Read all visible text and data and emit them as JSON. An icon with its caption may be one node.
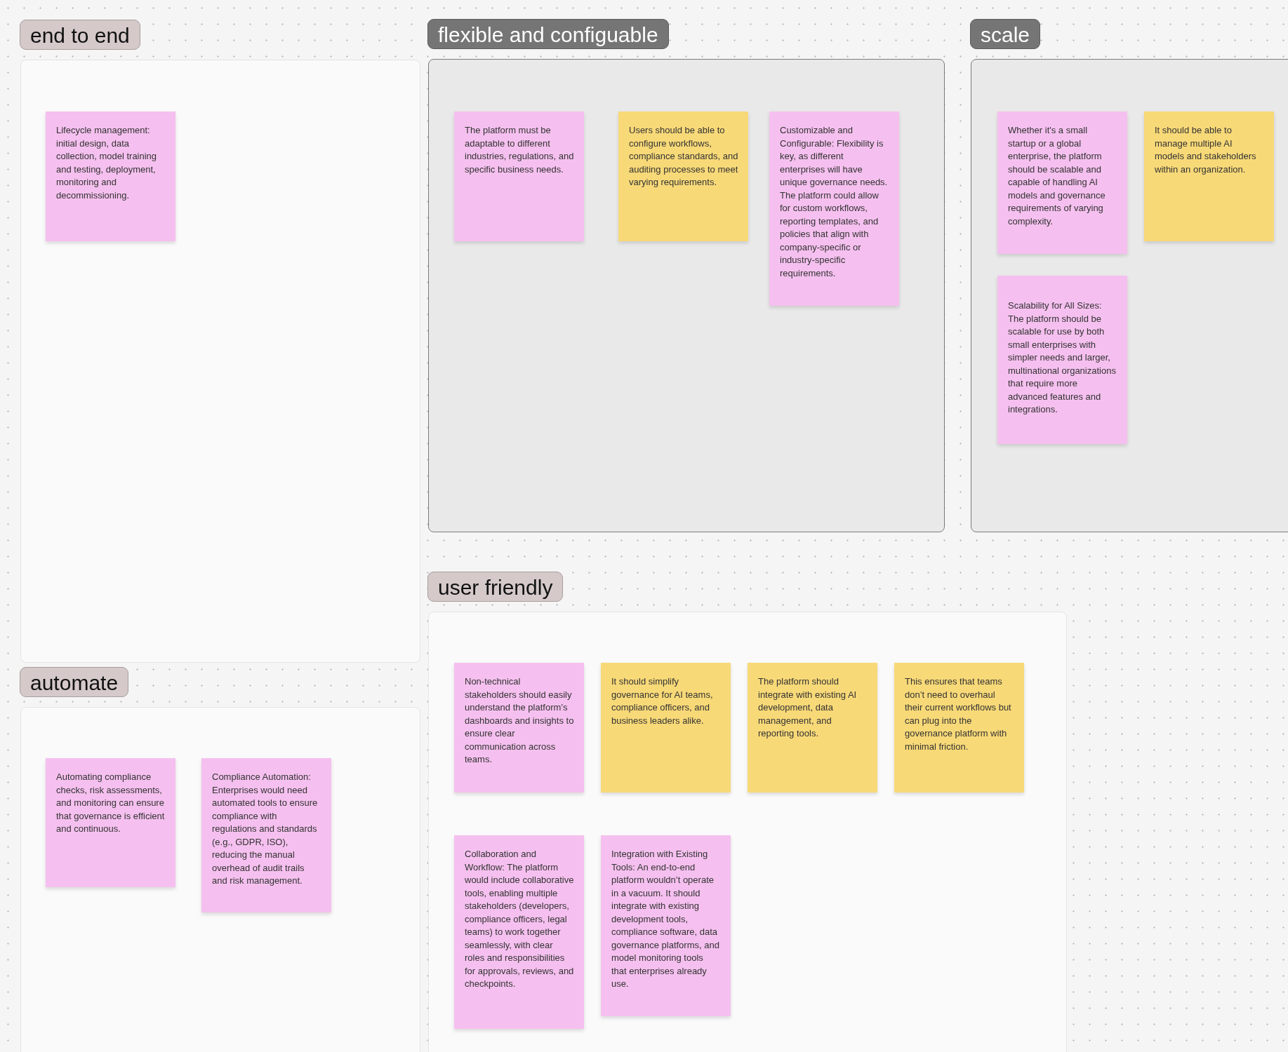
{
  "diagram": {
    "nodes": [
      {
        "text": [
          "end to end"
        ]
      },
      {
        "text": [
          "Lifecycle management: initial design, data collection, model training and testing, deployment, monitoring and decommissioning."
        ],
        "in": 0
      },
      {
        "text": [
          "flexible and configuable"
        ]
      },
      {
        "text": [
          "The platform must be adaptable to different industries, regulations, and specific business needs."
        ],
        "in": 2
      },
      {
        "text": [
          "Users should be able to configure workflows, compliance standards, and auditing processes to meet varying requirements."
        ],
        "in": 2
      },
      {
        "text": [
          "Customizable and Configurable: Flexibility is key, as different enterprises will have unique governance needs. The platform could allow for custom workflows, reporting templates, and policies that align with company-specific or industry-specific requirements."
        ],
        "in": 2
      },
      {
        "text": [
          "scale"
        ]
      },
      {
        "text": [
          "Whether it's a small startup or a global enterprise, the platform should be scalable and capable of handling AI models and governance requirements of varying complexity."
        ],
        "in": 6
      },
      {
        "text": [
          "It should be able to manage multiple AI models and stakeholders within an organization."
        ],
        "in": 6
      },
      {
        "text": [
          "Scalability for All Sizes: The platform should be scalable for use by both small enterprises with simpler needs and larger, multinational organizations that require more advanced features and integrations."
        ],
        "in": 6
      },
      {
        "text": [
          "user friendly"
        ]
      },
      {
        "text": [
          "Non-technical stakeholders should easily understand the platform’s dashboards and insights to ensure clear communication across teams."
        ],
        "in": 10
      },
      {
        "text": [
          "It should simplify governance for AI teams, compliance officers, and business leaders alike."
        ],
        "in": 10
      },
      {
        "text": [
          "The platform should integrate with existing AI development, data management, and reporting tools."
        ],
        "in": 10
      },
      {
        "text": [
          "This ensures that teams don’t need to overhaul their current workflows but can plug into the governance platform with minimal friction."
        ],
        "in": 10
      },
      {
        "text": [
          "Collaboration and Workflow: The platform would include collaborative tools, enabling multiple stakeholders (developers, compliance officers, legal teams) to work together seamlessly, with clear roles and responsibilities for approvals, reviews, and checkpoints."
        ],
        "in": 10
      },
      {
        "text": [
          "Integration with Existing Tools: An end-to-end platform wouldn’t operate in a vacuum. It should integrate with existing development tools, compliance software, data governance platforms, and model monitoring tools that enterprises already use."
        ],
        "in": 10
      },
      {
        "text": [
          "automate"
        ]
      },
      {
        "text": [
          "Automating compliance checks, risk assessments, and monitoring can ensure that governance is efficient and continuous."
        ],
        "in": 17
      },
      {
        "text": [
          "Compliance Automation: Enterprises would need automated tools to ensure compliance with regulations and standards (e.g., GDPR, ISO), reducing the manual overhead of audit trails and risk management."
        ],
        "in": 17
      }
    ]
  }
}
